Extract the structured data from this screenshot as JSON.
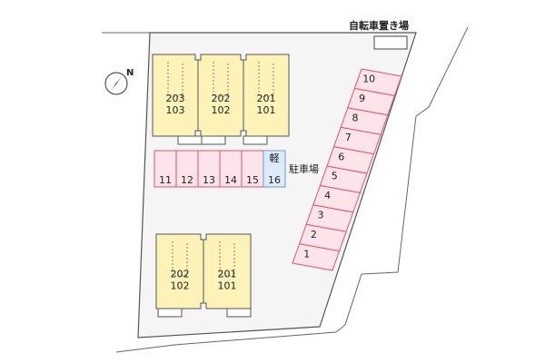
{
  "labels": {
    "bike_parking": "自転車置き場",
    "parking": "駐車場"
  },
  "compass": {
    "north": "N"
  },
  "buildings": [
    {
      "units": [
        {
          "top": "203",
          "bottom": "103"
        },
        {
          "top": "202",
          "bottom": "102"
        },
        {
          "top": "201",
          "bottom": "101"
        }
      ]
    },
    {
      "units": [
        {
          "top": "202",
          "bottom": "102"
        },
        {
          "top": "201",
          "bottom": "101"
        }
      ]
    }
  ],
  "parking_row": [
    {
      "number": "11"
    },
    {
      "number": "12"
    },
    {
      "number": "13"
    },
    {
      "number": "14"
    },
    {
      "number": "15"
    },
    {
      "number": "16",
      "tag": "軽",
      "kei": true
    }
  ],
  "parking_diagonal": [
    "1",
    "2",
    "3",
    "4",
    "5",
    "6",
    "7",
    "8",
    "9",
    "10"
  ],
  "colors": {
    "building_fill": "#fdf3b9",
    "stall_fill": "#fde3ea",
    "stall_border": "#e0546e",
    "kei_fill": "#dcecff",
    "kei_border": "#6f95d8",
    "lot_border": "#555555"
  }
}
